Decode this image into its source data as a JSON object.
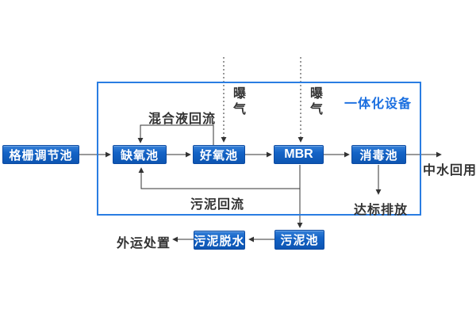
{
  "diagram": {
    "container_label": "一体化设备",
    "nodes": {
      "grid_tank": {
        "label": "格栅调节池"
      },
      "anoxic_tank": {
        "label": "缺氧池"
      },
      "aerobic_tank": {
        "label": "好氧池"
      },
      "mbr": {
        "label": "MBR"
      },
      "disinfection_tank": {
        "label": "消毒池"
      },
      "sludge_tank": {
        "label": "污泥池"
      },
      "sludge_dewatering": {
        "label": "污泥脱水"
      }
    },
    "flow_labels": {
      "mixed_liquor_return": "混合液回流",
      "sludge_return": "污泥回流",
      "aeration_left": "曝气",
      "aeration_right": "曝气",
      "reclaimed_water_reuse": "中水回用",
      "standard_discharge": "达标排放",
      "offsite_disposal": "外运处置"
    },
    "edges": [
      {
        "from": "grid_tank",
        "to": "anoxic_tank",
        "style": "solid"
      },
      {
        "from": "anoxic_tank",
        "to": "aerobic_tank",
        "style": "solid"
      },
      {
        "from": "aerobic_tank",
        "to": "mbr",
        "style": "solid"
      },
      {
        "from": "mbr",
        "to": "disinfection_tank",
        "style": "solid"
      },
      {
        "from": "disinfection_tank",
        "to": "reclaimed_water_reuse",
        "style": "solid"
      },
      {
        "from": "disinfection_tank",
        "to": "standard_discharge",
        "style": "solid"
      },
      {
        "from": "aerobic_tank",
        "to": "anoxic_tank",
        "label": "混合液回流",
        "style": "solid"
      },
      {
        "from": "mbr",
        "to": "anoxic_tank",
        "label": "污泥回流",
        "style": "solid"
      },
      {
        "from": "mbr",
        "to": "sludge_tank",
        "style": "solid"
      },
      {
        "from": "sludge_tank",
        "to": "sludge_dewatering",
        "style": "solid"
      },
      {
        "from": "sludge_dewatering",
        "to": "offsite_disposal",
        "style": "solid"
      },
      {
        "from": "aeration_left",
        "to": "aerobic_tank",
        "style": "dotted"
      },
      {
        "from": "aeration_right",
        "to": "mbr",
        "style": "dotted"
      }
    ],
    "colors": {
      "node_fill": "#1463c6",
      "node_border": "#0c4aa2",
      "node_text": "#ffffff",
      "container_border": "#2a7de2",
      "container_label": "#1b6fe0",
      "line": "#333333",
      "background": "#ffffff"
    }
  }
}
